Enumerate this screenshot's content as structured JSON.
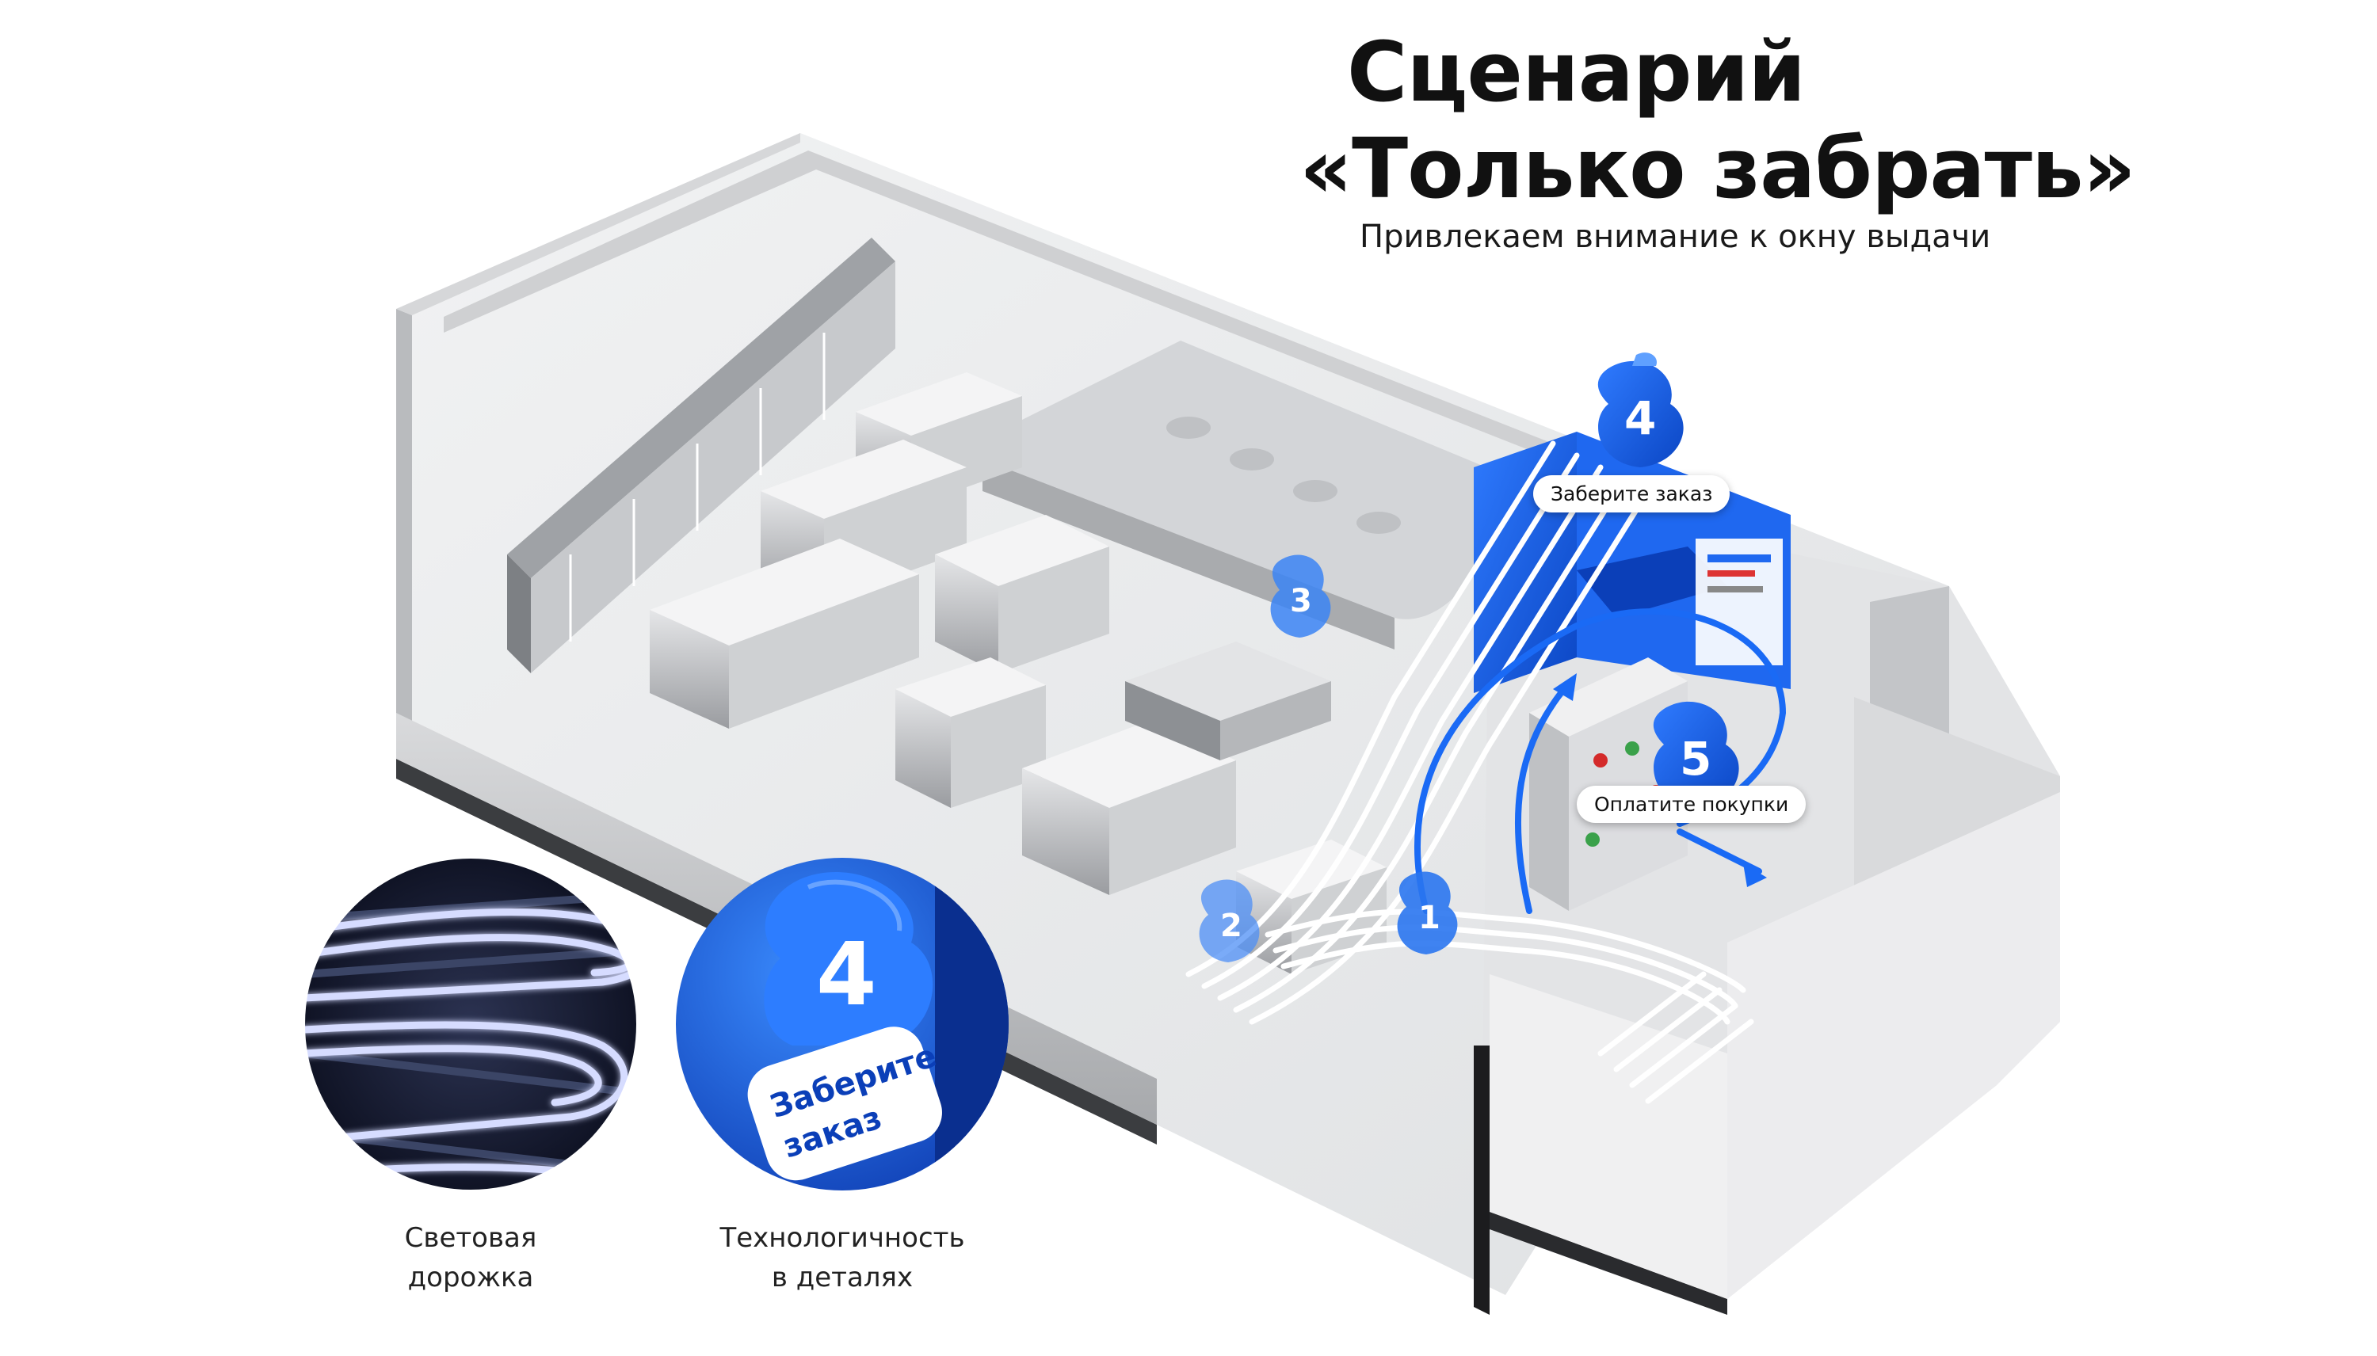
{
  "header": {
    "title_line1": "Сценарий",
    "title_line2": "«Только забрать»",
    "subtitle": "Привлекаем внимание к окну выдачи"
  },
  "callouts": [
    {
      "number": "4",
      "label": "Заберите заказ"
    },
    {
      "number": "5",
      "label": "Оплатите покупки"
    }
  ],
  "markers": [
    "3",
    "1",
    "2"
  ],
  "details": [
    {
      "caption_line1": "Световая",
      "caption_line2": "дорожка"
    },
    {
      "caption_line1": "Технологичность",
      "caption_line2": "в деталях",
      "sign_number": "4",
      "sign_line1": "Заберите",
      "sign_line2": "заказ"
    }
  ],
  "colors": {
    "accent": "#1565e8",
    "accent_dark": "#0a3fb8",
    "floor": "#e9eaec",
    "wall": "#c9cbce",
    "text": "#111111"
  }
}
